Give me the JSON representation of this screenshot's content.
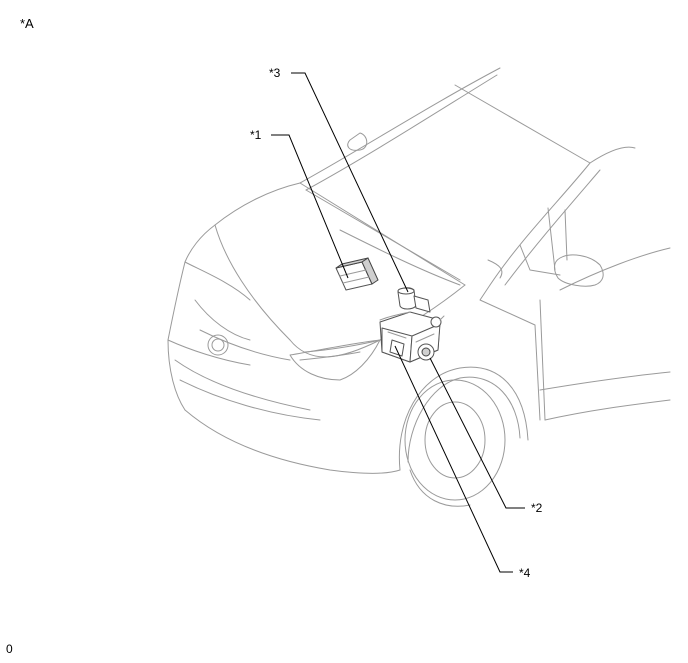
{
  "illustration": {
    "view_label": "*A",
    "callouts": [
      {
        "id": "1",
        "text": "*1"
      },
      {
        "id": "2",
        "text": "*2"
      },
      {
        "id": "3",
        "text": "*3"
      },
      {
        "id": "4",
        "text": "*4"
      }
    ],
    "code": "0"
  }
}
